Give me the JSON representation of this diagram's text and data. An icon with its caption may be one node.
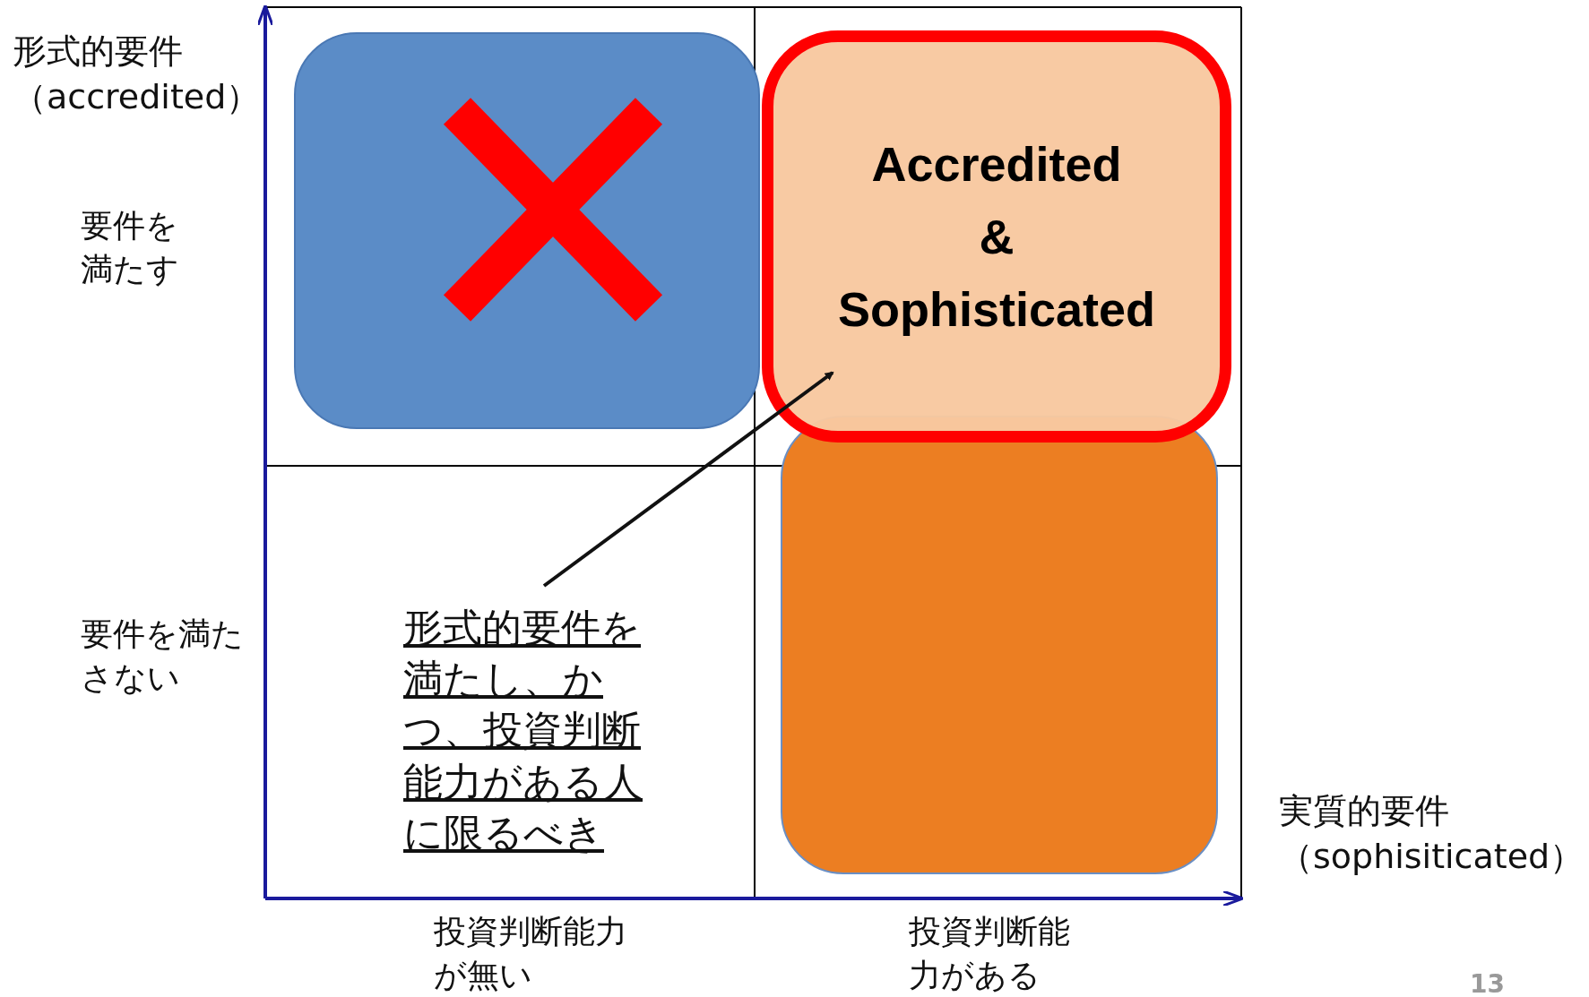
{
  "diagram": {
    "nodes": [
      {
        "text": [],
        "shape": "box"
      },
      {
        "text": [
          "Accredited & Sophisticated"
        ]
      },
      {
        "text": [],
        "shape": "box"
      },
      {
        "text": [
          "形式的要件を満たし、かつ、投資判断能力がある人に限るべき"
        ]
      }
    ],
    "edges": [
      {
        "from": 3,
        "to": 1,
        "arrow": "to"
      }
    ],
    "labels": [
      "形式的要件（accredited）",
      "要件を満たす",
      "要件を満たさない",
      "実質的要件（sophisiticated）",
      "投資判断能力が無い",
      "投資判断能力がある",
      "13"
    ]
  }
}
